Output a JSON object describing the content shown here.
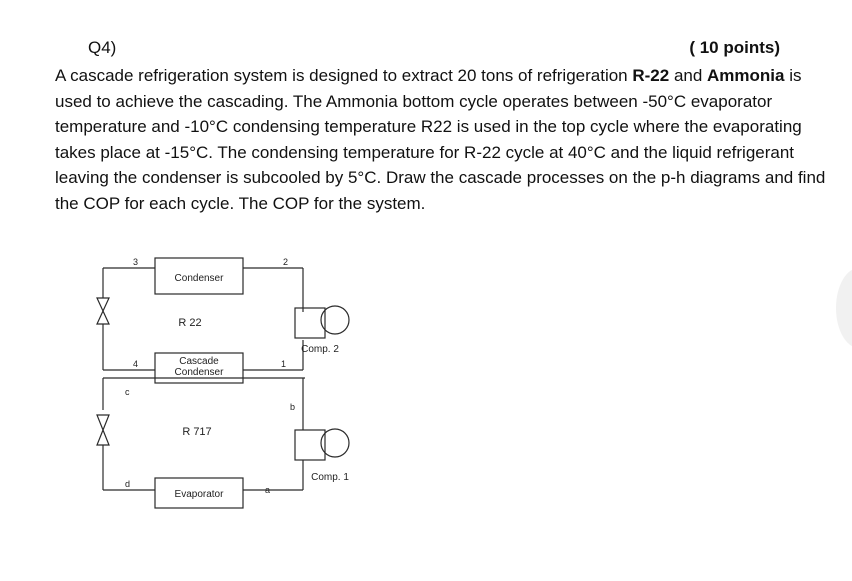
{
  "question": {
    "number": "Q4)",
    "points": "( 10 points)",
    "text": [
      "A cascade refrigeration system is designed to extract 20 tons of refrigeration ",
      "R-22",
      " and ",
      "Ammonia",
      " is used to achieve the cascading. The Ammonia bottom cycle operates between -50°C evaporator temperature and -10°C condensing temperature R22 is used in the top cycle where the evaporating takes place at -15°C. The condensing temperature for R-22 cycle at 40°C and the liquid refrigerant leaving the condenser is subcooled by 5°C. Draw the cascade processes on the p-h diagrams and find the COP for each cycle. The COP for the system."
    ]
  },
  "diagram": {
    "condenser_label": "Condenser",
    "r22_label": "R 22",
    "cascade_label_1": "Cascade",
    "cascade_label_2": "Condenser",
    "r717_label": "R 717",
    "evaporator_label": "Evaporator",
    "comp2_label": "Comp. 2",
    "comp1_label": "Comp. 1",
    "state_labels": {
      "s3": "3",
      "s2": "2",
      "s4": "4",
      "s1": "1",
      "sc": "c",
      "sb": "b",
      "sd": "d",
      "sa": "a"
    }
  },
  "colors": {
    "text": "#111111",
    "line": "#2a2a2a"
  }
}
